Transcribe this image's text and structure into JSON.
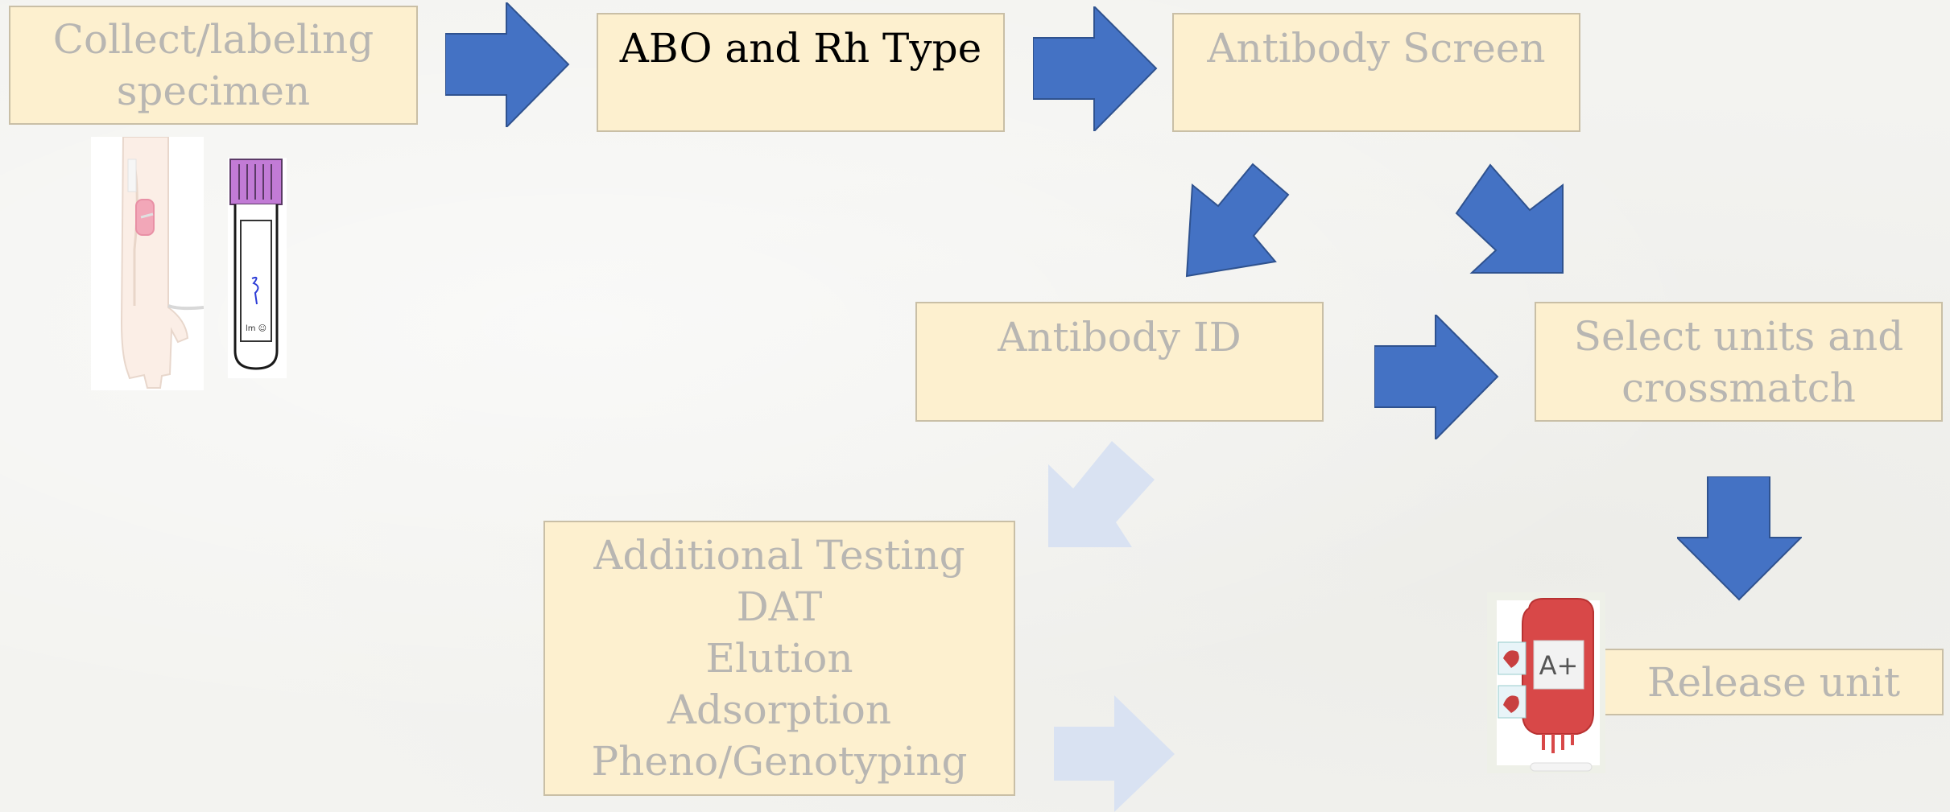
{
  "colors": {
    "box_fill": "#fdf0cf",
    "box_border": "#c9bfa6",
    "active_text": "#000000",
    "dim_text": "#b8b6b2",
    "arrow_blue": "#4472c4",
    "arrow_faded": "#d9e2f2",
    "tube_cap": "#c27bd6"
  },
  "steps": {
    "collect": {
      "lines": [
        "Collect/labeling",
        "specimen"
      ]
    },
    "abo": {
      "lines": [
        "ABO and Rh Type"
      ]
    },
    "screen": {
      "lines": [
        "Antibody Screen"
      ]
    },
    "antibody_id": {
      "lines": [
        "Antibody ID"
      ]
    },
    "crossmatch": {
      "lines": [
        "Select units and",
        "crossmatch"
      ]
    },
    "additional": {
      "lines": [
        "Additional Testing",
        "DAT",
        "Elution",
        "Adsorption",
        "Pheno/Genotyping"
      ]
    },
    "release": {
      "lines": [
        "Release unit"
      ]
    }
  },
  "blood_bag": {
    "label": "A+"
  },
  "tube_label": {
    "text": "lm ☺"
  },
  "icons": [
    "arm-draw-icon",
    "blood-tube-icon",
    "blood-bag-icon"
  ]
}
